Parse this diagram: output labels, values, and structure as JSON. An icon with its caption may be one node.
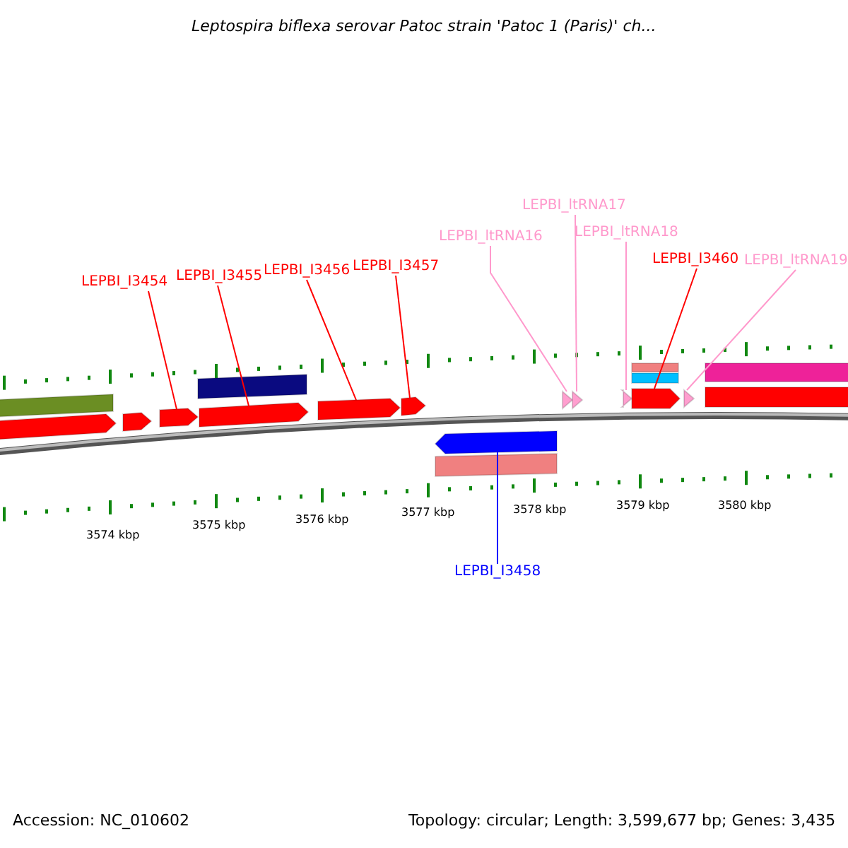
{
  "diagram": {
    "title": "Leptospira biflexa serovar Patoc strain 'Patoc 1 (Paris)' ch...",
    "nodes": [
      {
        "text": [
          "LEPBI_I3454"
        ]
      },
      {
        "text": [
          "LEPBI_I3455"
        ]
      },
      {
        "text": [
          "LEPBI_I3456"
        ]
      },
      {
        "text": [
          "LEPBI_I3457"
        ]
      },
      {
        "text": [
          "LEPBI_ltRNA16"
        ]
      },
      {
        "text": [
          "LEPBI_ltRNA17"
        ]
      },
      {
        "text": [
          "LEPBI_ltRNA18"
        ]
      },
      {
        "text": [
          "LEPBI_I3460"
        ]
      },
      {
        "text": [
          "LEPBI_ltRNA19"
        ]
      },
      {
        "text": [
          "LEPBI_I3458"
        ]
      },
      {
        "text": [],
        "shape": "bar"
      },
      {
        "text": [],
        "shape": "bar"
      },
      {
        "text": [],
        "shape": "bar"
      },
      {
        "text": [],
        "shape": "bar"
      },
      {
        "text": [],
        "shape": "bar"
      },
      {
        "text": [],
        "shape": "bar"
      },
      {
        "text": [],
        "shape": "bar"
      },
      {
        "text": [],
        "shape": "bar"
      },
      {
        "text": [],
        "shape": "bar"
      },
      {
        "text": [],
        "shape": "bar"
      },
      {
        "text": [],
        "shape": "bar"
      },
      {
        "text": [],
        "shape": "bar"
      },
      {
        "text": [],
        "shape": "bar"
      },
      {
        "text": [],
        "shape": "bar"
      },
      {
        "text": [],
        "shape": "bar"
      },
      {
        "text": [],
        "shape": "bar"
      },
      {
        "text": [],
        "shape": "bar"
      },
      {
        "text": [],
        "shape": "bar"
      },
      {
        "text": [],
        "shape": "bar"
      }
    ],
    "edges": [
      {
        "from": 0,
        "to": 10,
        "arrow": "none"
      },
      {
        "from": 1,
        "to": 11,
        "arrow": "none"
      },
      {
        "from": 2,
        "to": 12,
        "arrow": "none"
      },
      {
        "from": 3,
        "to": 13,
        "arrow": "none"
      },
      {
        "from": 4,
        "to": 14,
        "arrow": "none",
        "color": "#ff99cc"
      },
      {
        "from": 5,
        "to": 15,
        "arrow": "none",
        "color": "#ff99cc"
      },
      {
        "from": 6,
        "to": 16,
        "arrow": "none",
        "color": "#ff99cc"
      },
      {
        "from": 7,
        "to": 17,
        "arrow": "none"
      },
      {
        "from": 8,
        "to": 18,
        "arrow": "none",
        "color": "#ff99cc"
      },
      {
        "from": 9,
        "to": 19,
        "arrow": "none",
        "color": "#0000ff"
      }
    ],
    "labels": [
      "3574 kbp",
      "3575 kbp",
      "3576 kbp",
      "3577 kbp",
      "3578 kbp",
      "3579 kbp",
      "3580 kbp",
      "Accession: NC_010602",
      "Topology: circular; Length: 3,599,677 bp; Genes: 3,435"
    ]
  }
}
